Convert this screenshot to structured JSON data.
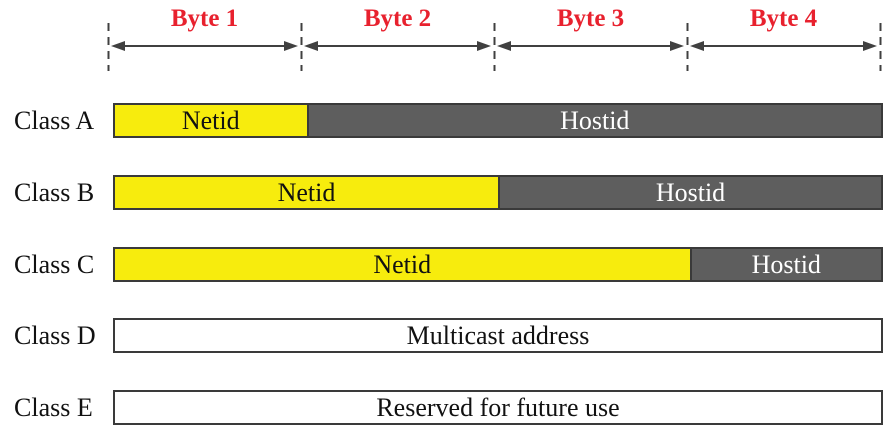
{
  "header": {
    "bytes": [
      {
        "label": "Byte 1"
      },
      {
        "label": "Byte 2"
      },
      {
        "label": "Byte 3"
      },
      {
        "label": "Byte 4"
      }
    ]
  },
  "rows": [
    {
      "label": "Class A",
      "segments": [
        {
          "text": "Netid",
          "role": "netid",
          "bytes": 1
        },
        {
          "text": "Hostid",
          "role": "hostid",
          "bytes": 3
        }
      ]
    },
    {
      "label": "Class B",
      "segments": [
        {
          "text": "Netid",
          "role": "netid",
          "bytes": 2
        },
        {
          "text": "Hostid",
          "role": "hostid",
          "bytes": 2
        }
      ]
    },
    {
      "label": "Class C",
      "segments": [
        {
          "text": "Netid",
          "role": "netid",
          "bytes": 3
        },
        {
          "text": "Hostid",
          "role": "hostid",
          "bytes": 1
        }
      ]
    },
    {
      "label": "Class D",
      "segments": [
        {
          "text": "Multicast address",
          "role": "plain",
          "bytes": 4
        }
      ]
    },
    {
      "label": "Class E",
      "segments": [
        {
          "text": "Reserved for future use",
          "role": "plain",
          "bytes": 4
        }
      ]
    }
  ],
  "colors": {
    "accent": "#E8212E",
    "netid": "#F7EC0D",
    "hostid": "#5E5E5E",
    "border": "#3A3A3A",
    "hostid-text": "#FFFFFF",
    "line": "#404040"
  }
}
